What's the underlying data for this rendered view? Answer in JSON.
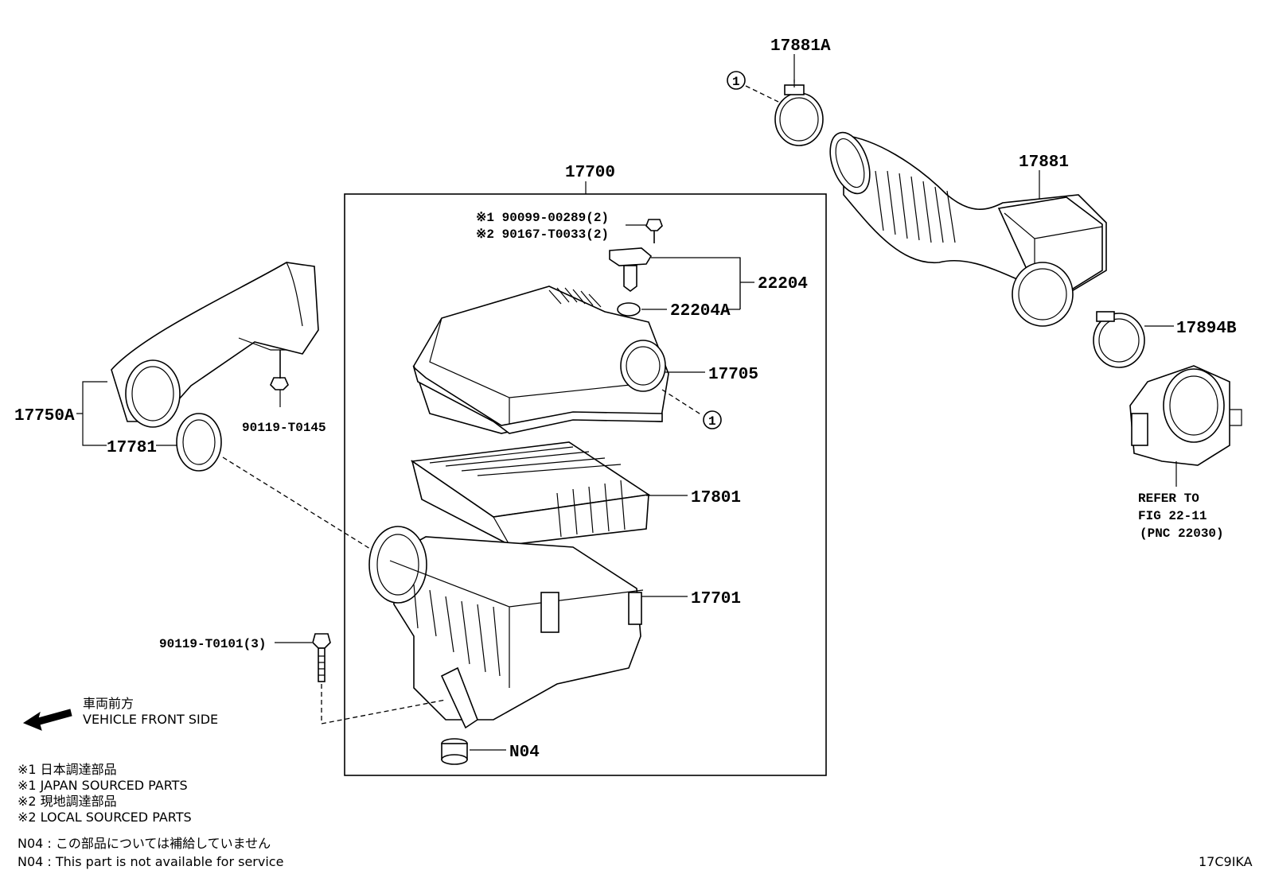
{
  "diagram": {
    "parts": {
      "p17881A": "17881A",
      "p17881": "17881",
      "p17700": "17700",
      "p22204": "22204",
      "p22204A": "22204A",
      "p17705": "17705",
      "p17894B": "17894B",
      "p17750A": "17750A",
      "p17781": "17781",
      "p90119_T0145": "90119-T0145",
      "p17801": "17801",
      "p17701": "17701",
      "p90119_T0101": "90119-T0101(3)",
      "pN04": "N04",
      "bolt_note_1": "※1 90099-00289(2)",
      "bolt_note_2": "※2 90167-T0033(2)"
    },
    "callout_1": "1",
    "callout_2": "1",
    "refer": {
      "line1": "REFER TO",
      "line2": "FIG 22-11",
      "line3": "(PNC 22030)"
    },
    "front": {
      "jp": "車両前方",
      "en": "VEHICLE FRONT SIDE"
    },
    "legend": [
      "※1  日本調達部品",
      "※1  JAPAN SOURCED PARTS",
      "※2  現地調達部品",
      "※2  LOCAL SOURCED PARTS"
    ],
    "n04_notes": [
      "N04 : この部品については補給していません",
      "N04 : This part is not available for service"
    ],
    "figure_code": "17C9IKA"
  }
}
